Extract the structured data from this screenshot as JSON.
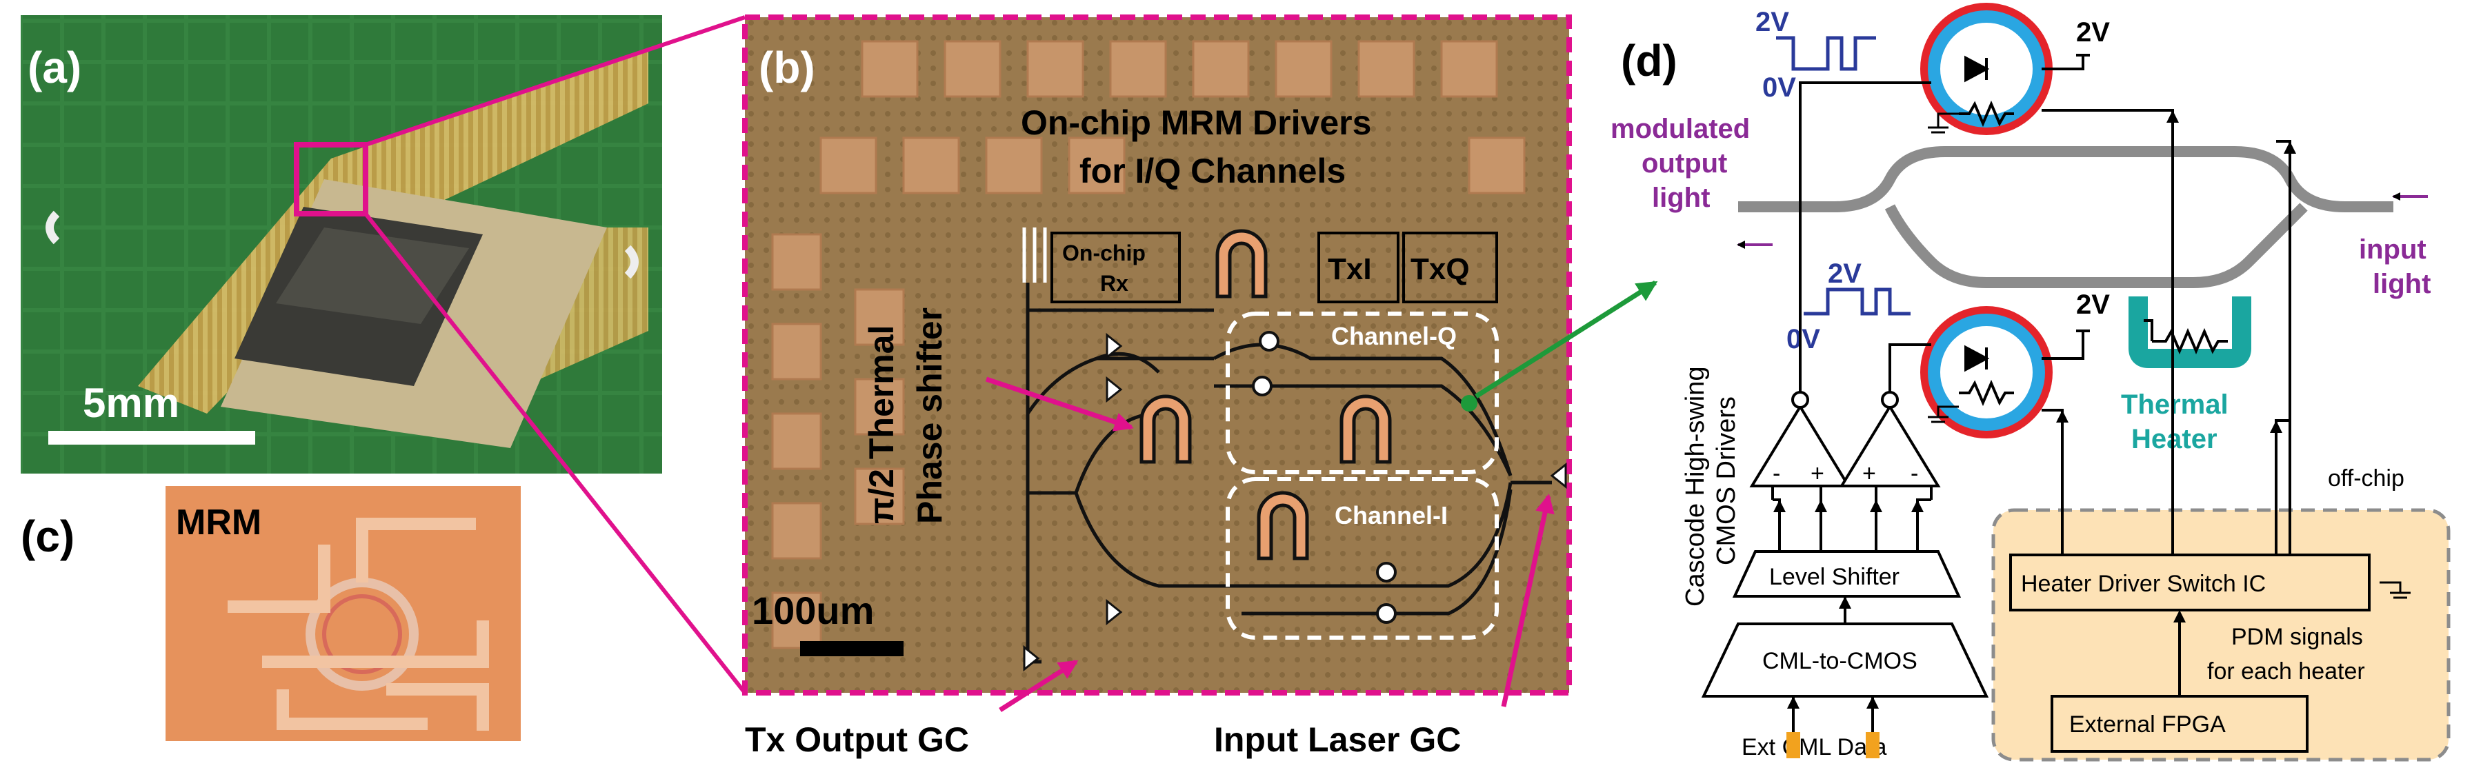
{
  "panel_a": {
    "label": "(a)",
    "scale_bar": "5mm"
  },
  "panel_b": {
    "label": "(b)",
    "title_line1": "On-chip MRM Drivers",
    "title_line2": "for I/Q Channels",
    "phase_shifter_line1": "π/2 Thermal",
    "phase_shifter_line2": "Phase shifter",
    "rx_line1": "On-chip",
    "rx_line2": "Rx",
    "txi": "TxI",
    "txq": "TxQ",
    "channel_q": "Channel-Q",
    "channel_i": "Channel-I",
    "scale_bar": "100um",
    "tx_output_gc": "Tx Output GC",
    "input_laser_gc": "Input Laser GC"
  },
  "panel_c": {
    "label": "(c)",
    "mrm": "MRM"
  },
  "panel_d": {
    "label": "(d)",
    "v2_top_left": "2V",
    "v0_top": "0V",
    "v2_top_right": "2V",
    "v2_mid_left": "2V",
    "v0_mid": "0V",
    "v2_mid_right": "2V",
    "modulated_line1": "modulated",
    "modulated_line2": "output",
    "modulated_line3": "light",
    "input_line1": "input",
    "input_line2": "light",
    "thermal_line1": "Thermal",
    "thermal_line2": "Heater",
    "drivers_line1": "Cascode High-swing",
    "drivers_line2": "CMOS Drivers",
    "amp_left_minus": "-",
    "amp_left_plus": "+",
    "amp_right_plus": "+",
    "amp_right_minus": "-",
    "level_shifter": "Level Shifter",
    "cml_to_cmos": "CML-to-CMOS",
    "ext_cml_data": "Ext CML Data",
    "off_chip": "off-chip",
    "heater_driver": "Heater Driver Switch IC",
    "pdm_line1": "PDM signals",
    "pdm_line2": "for each heater",
    "external_fpga": "External FPGA"
  },
  "colors": {
    "magenta": "#e0118c",
    "purple": "#8a2a96",
    "blue": "#2a3a9a",
    "teal": "#1aa6a0",
    "ring_red": "#e4242a",
    "ring_blue": "#2aa6e2",
    "orange_pad": "#f2a21e",
    "offchip_fill": "#fde2b6",
    "waveguide": "#8c8c8c",
    "green_arrow": "#1d9a3a"
  }
}
